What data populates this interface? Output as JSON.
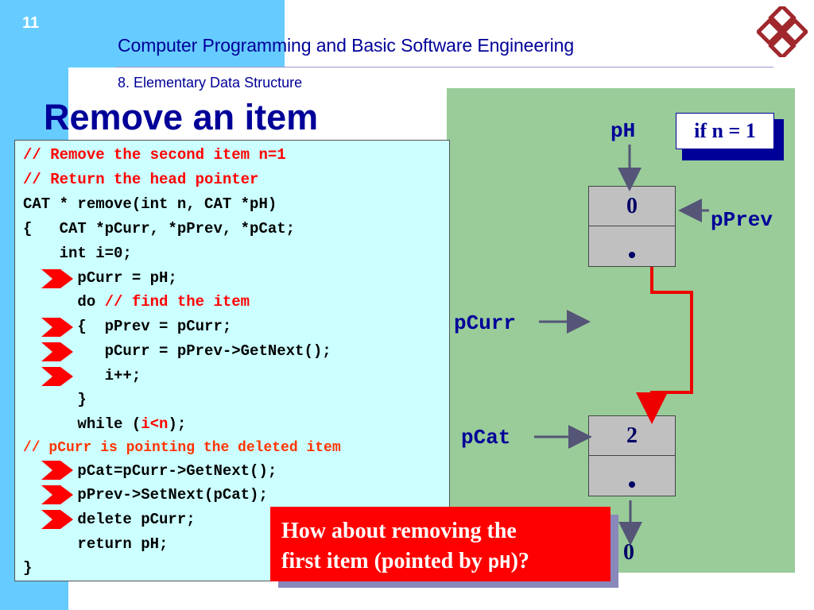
{
  "slide": {
    "number": "11",
    "course_title": "Computer Programming and Basic Software Engineering",
    "chapter": "8. Elementary Data Structure",
    "heading": "Remove an item"
  },
  "code": {
    "l1": "// Remove the second item n=1",
    "l2": "// Return the head pointer",
    "l3": "CAT * remove(int n, CAT *pH)",
    "l4": "{   CAT *pCurr, *pPrev, *pCat;",
    "l5": "    int i=0;",
    "l6": "      pCurr = pH;",
    "l7_a": "      do ",
    "l7_b": "// find the item",
    "l8": "      {  pPrev = pCurr;",
    "l9": "         pCurr = pPrev->GetNext();",
    "l10": "         i++;",
    "l11": "      }",
    "l12_a": "      while (",
    "l12_b": "i<n",
    "l12_c": ");",
    "l13": "// pCurr is pointing the deleted item",
    "l14": "      pCat=pCurr->GetNext();",
    "l15": "      pPrev->SetNext(pCat);",
    "l16": "      delete pCurr;",
    "l17": "      return pH;",
    "l18": "}"
  },
  "diagram": {
    "ph_label": "pH",
    "pprev_label": "pPrev",
    "pcurr_label": "pCurr",
    "pcat_label": "pCat",
    "if_label": "if n = 1",
    "node1_value": "0",
    "node2_value": "2",
    "end_value": "0"
  },
  "popup": {
    "text_a": "How about removing the",
    "text_b": "first item (pointed by ",
    "text_code": "pH",
    "text_c": ")?"
  },
  "colors": {
    "accent_blue": "#66ccff",
    "title_navy": "#000099",
    "code_bg": "#ccffff",
    "panel_green": "#99cc99",
    "alert_red": "#ff0000"
  }
}
